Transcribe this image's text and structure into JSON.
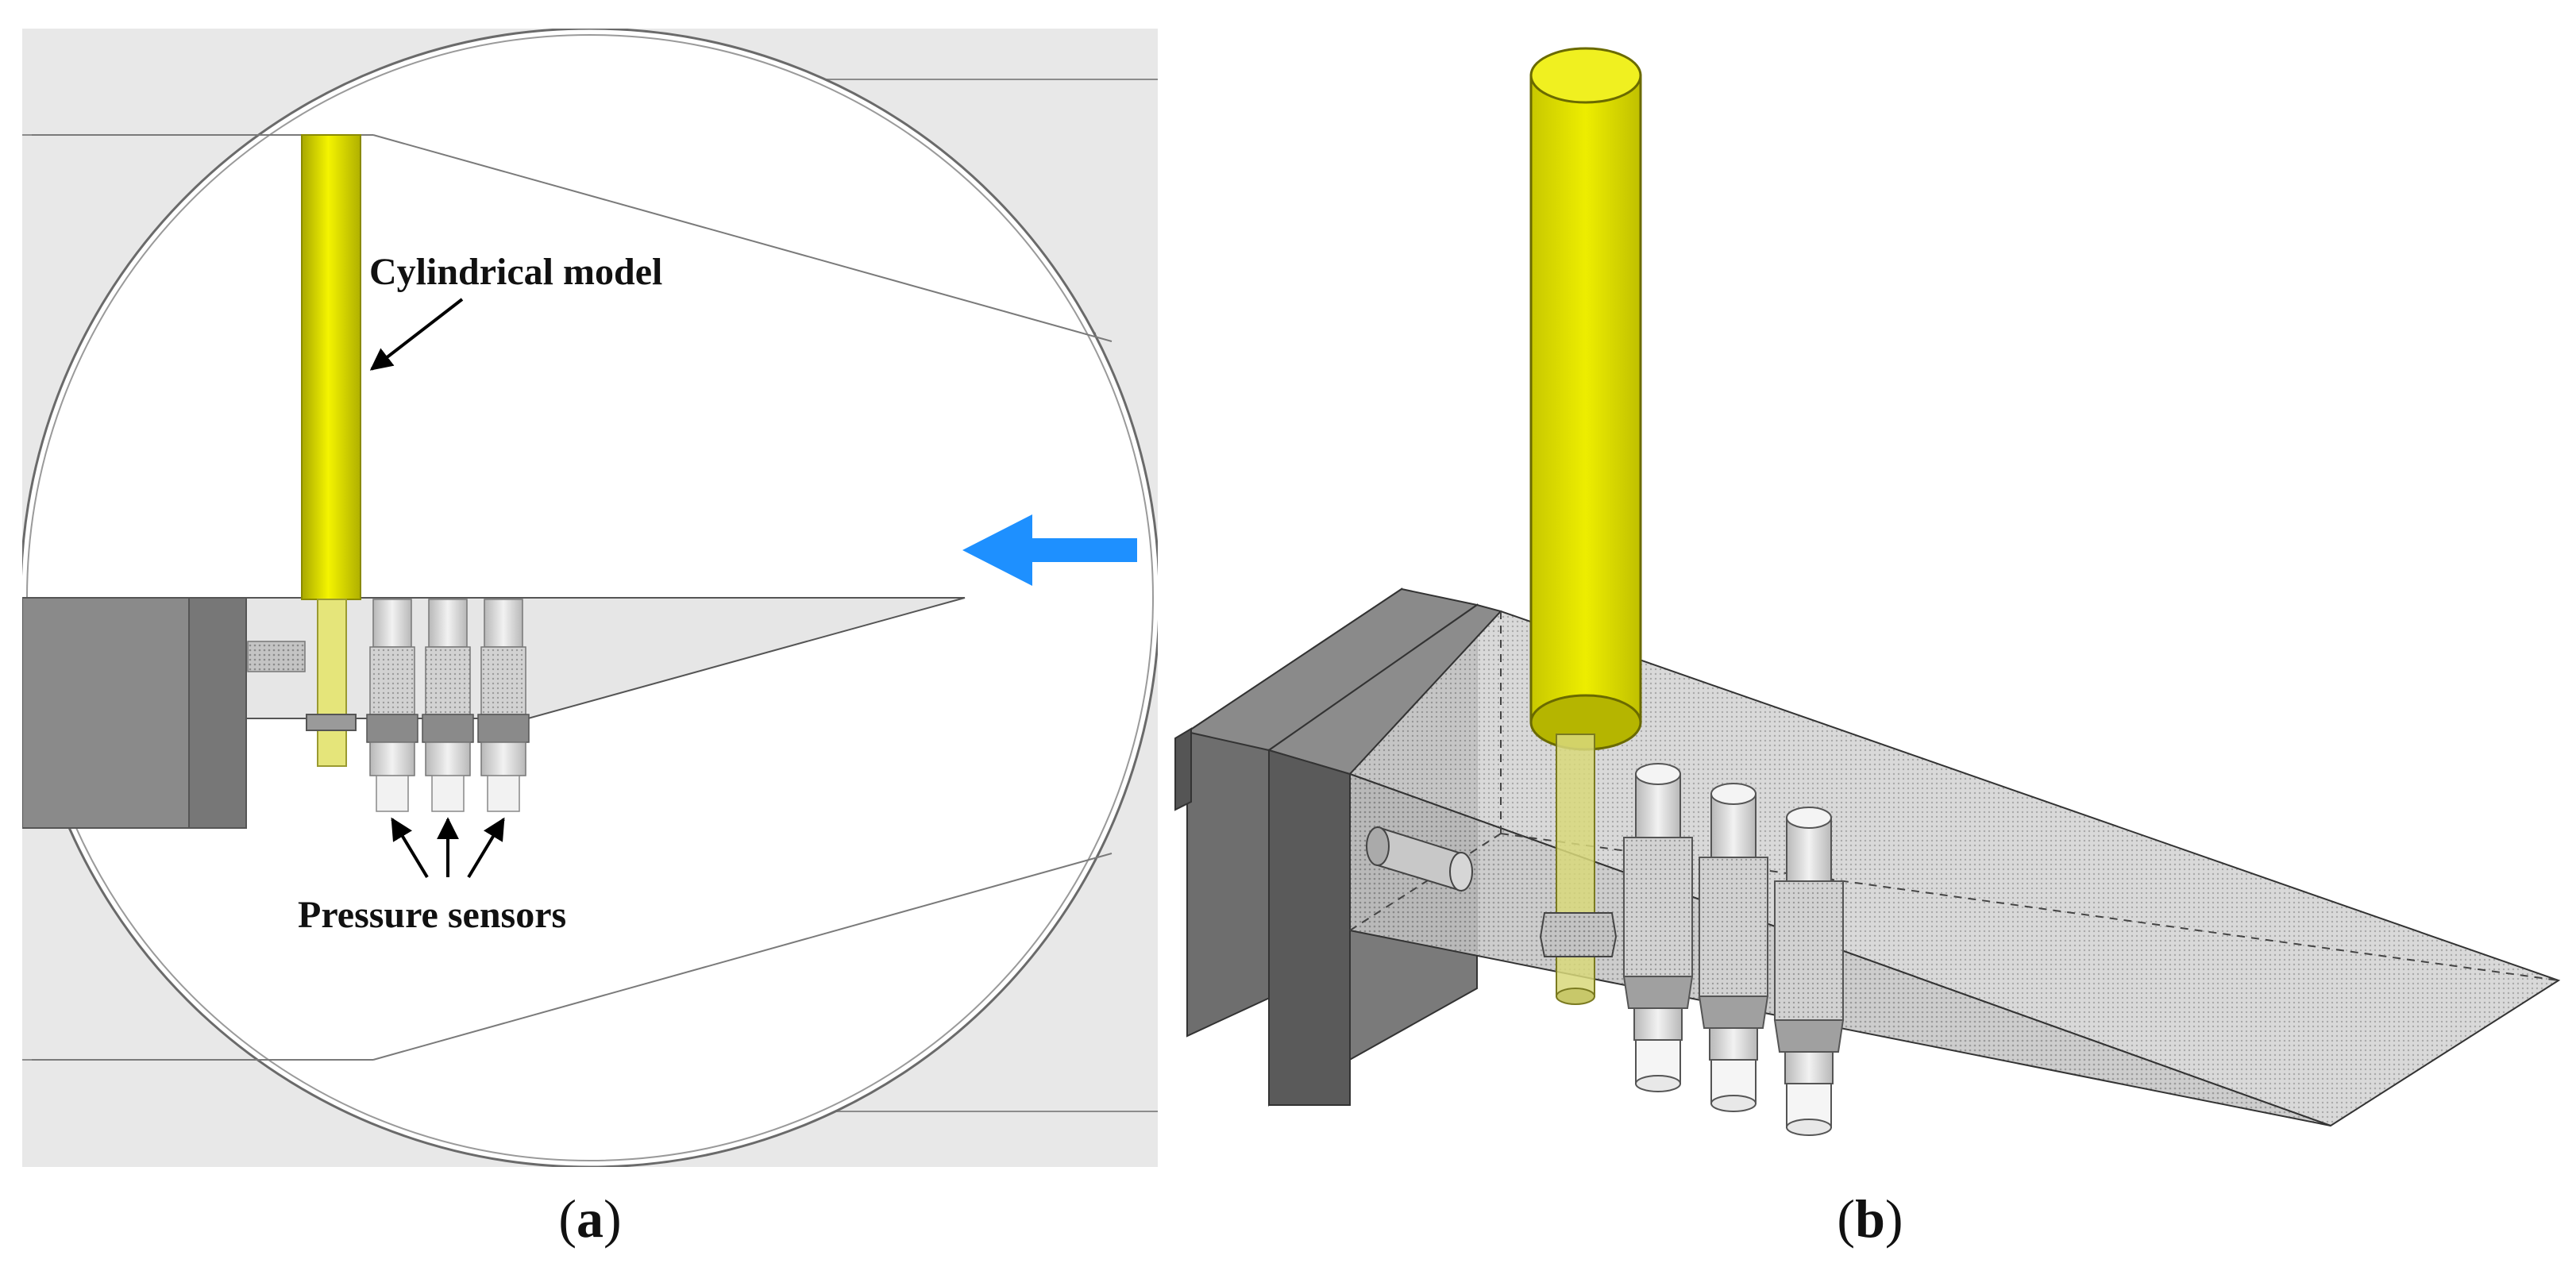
{
  "panel_a": {
    "caption": "(a)",
    "caption_letter": "a",
    "label_cylinder": "Cylindrical model",
    "label_sensors": "Pressure sensors"
  },
  "panel_b": {
    "caption": "(b)",
    "caption_letter": "b"
  },
  "colors": {
    "cylinder_yellow": "#e3e300",
    "flow_arrow_blue": "#1e90ff",
    "mount_dark_gray": "#6e6e6e",
    "wedge_translucent_gray": "#bdbdbd",
    "background_gray": "#e8e8e8"
  },
  "icons": {
    "flow_direction": "left-arrow-icon",
    "label_pointer": "arrow-icon"
  }
}
